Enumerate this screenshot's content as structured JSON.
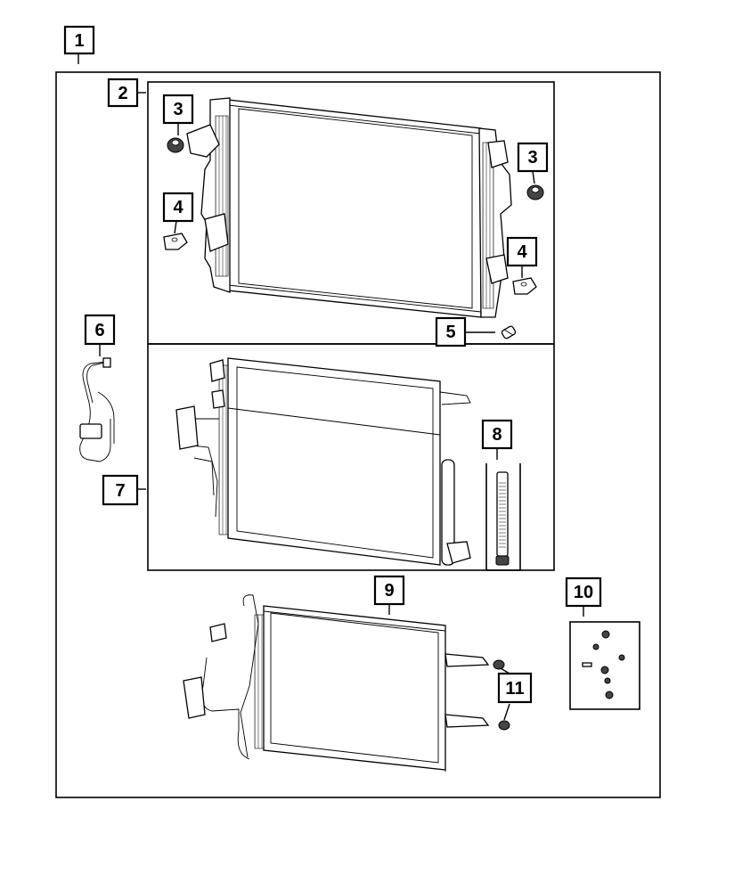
{
  "callouts": {
    "c1": "1",
    "c2": "2",
    "c3a": "3",
    "c3b": "3",
    "c4a": "4",
    "c4b": "4",
    "c5": "5",
    "c6": "6",
    "c7": "7",
    "c8": "8",
    "c9": "9",
    "c10": "10",
    "c11": "11"
  }
}
